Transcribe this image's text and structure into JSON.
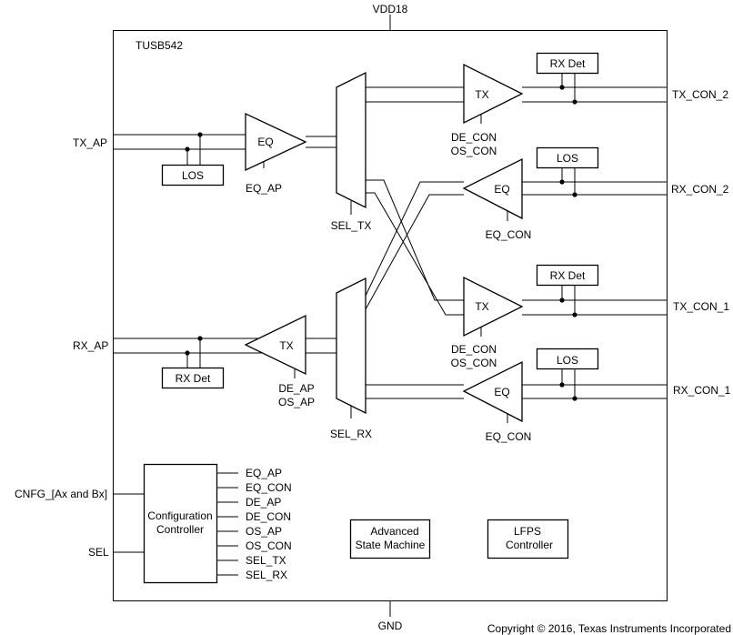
{
  "chip": {
    "name": "TUSB542"
  },
  "power": {
    "vdd": "VDD18",
    "gnd": "GND"
  },
  "ports": {
    "tx_ap": "TX_AP",
    "rx_ap": "RX_AP",
    "tx_con_2": "TX_CON_2",
    "rx_con_2": "RX_CON_2",
    "tx_con_1": "TX_CON_1",
    "rx_con_1": "RX_CON_1",
    "cnfg": "CNFG_[Ax and Bx]",
    "sel": "SEL"
  },
  "blocks": {
    "los_ap": "LOS",
    "rxdet_ap": "RX Det",
    "eq_ap": "EQ",
    "tx_ap_buf": "TX",
    "tx_con2": "TX",
    "rxdet_con2": "RX Det",
    "eq_con2": "EQ",
    "los_con2": "LOS",
    "tx_con1": "TX",
    "rxdet_con1": "RX Det",
    "eq_con1": "EQ",
    "los_con1": "LOS"
  },
  "control_labels": {
    "eq_ap": "EQ_AP",
    "de_ap": "DE_AP",
    "os_ap": "OS_AP",
    "sel_tx": "SEL_TX",
    "sel_rx": "SEL_RX",
    "de_con_2": "DE_CON",
    "os_con_2": "OS_CON",
    "eq_con_2": "EQ_CON",
    "de_con_1": "DE_CON",
    "os_con_1": "OS_CON",
    "eq_con_1": "EQ_CON"
  },
  "config_controller": {
    "title_line1": "Configuration",
    "title_line2": "Controller",
    "outputs": [
      "EQ_AP",
      "EQ_CON",
      "DE_AP",
      "DE_CON",
      "OS_AP",
      "OS_CON",
      "SEL_TX",
      "SEL_RX"
    ]
  },
  "advanced_state_machine": {
    "line1": "Advanced",
    "line2": "State Machine"
  },
  "lfps_controller": {
    "line1": "LFPS",
    "line2": "Controller"
  },
  "copyright": "Copyright © 2016, Texas Instruments Incorporated"
}
